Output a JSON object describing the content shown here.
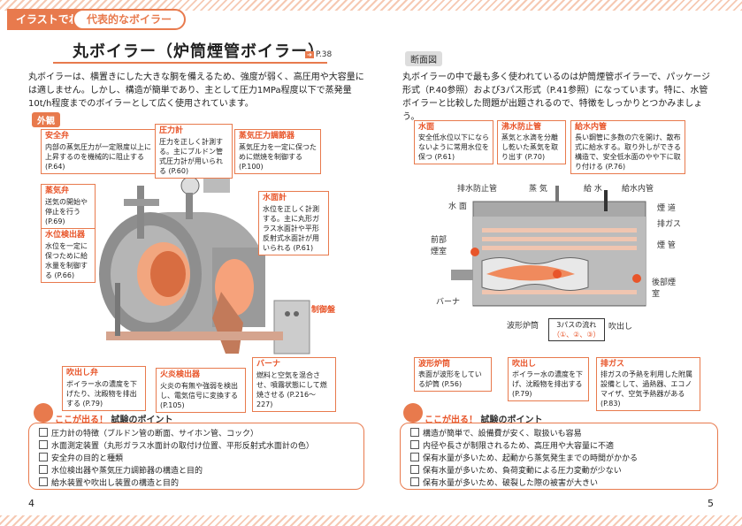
{
  "header": {
    "tag": "イラストでわかる",
    "sub": "代表的なボイラー"
  },
  "left": {
    "title": "丸ボイラー（炉筒煙管ボイラー）",
    "page_ref": "P.38",
    "intro": "丸ボイラーは、横置きにした大きな胴を備えるため、強度が弱く、高圧用や大容量には適しません。しかし、構造が簡単であり、主として圧力1MPa程度以下で蒸発量10t/h程度までのボイラーとして広く使用されています。",
    "section": "外観",
    "callouts": {
      "safety_valve": {
        "title": "安全弁",
        "body": "内部の蒸気圧力が一定限度以上に上昇するのを機械的に阻止する (P.64)"
      },
      "pressure_gauge": {
        "title": "圧力計",
        "body": "圧力を正しく計測する。主にブルドン管式圧力計が用いられる (P.60)"
      },
      "steam_pressure_regulator": {
        "title": "蒸気圧力調節器",
        "body": "蒸気圧力を一定に保つために燃焼を制御する (P.100)"
      },
      "steam_valve": {
        "title": "蒸気弁",
        "body": "送気の開始や停止を行う (P.69)"
      },
      "water_gauge": {
        "title": "水面計",
        "body": "水位を正しく計測する。主に丸形ガラス水面計や平形反射式水面計が用いられる (P.61)"
      },
      "water_level_detector": {
        "title": "水位検出器",
        "body": "水位を一定に保つために給水量を制御する (P.66)"
      },
      "control_panel": {
        "title": "制御盤"
      },
      "blowoff_valve": {
        "title": "吹出し弁",
        "body": "ボイラー水の濃度を下げたり、沈殿物を排出する (P.79)"
      },
      "flame_detector": {
        "title": "火炎検出器",
        "body": "火炎の有無や強弱を検出し、電気信号に変換する (P.105)"
      },
      "burner": {
        "title": "バーナ",
        "body": "燃料と空気を混合させ、噴霧状態にして燃焼させる (P.216～227)"
      }
    },
    "points_head_red": "ここが出る！",
    "points_head": "試験のポイント",
    "points": [
      "圧力計の特徴（ブルドン管の断面、サイホン管、コック）",
      "水面測定装置（丸形ガラス水面計の取付け位置、平形反射式水面計の色）",
      "安全弁の目的と種類",
      "水位検出器や蒸気圧力調節器の構造と目的",
      "給水装置や吹出し装置の構造と目的"
    ],
    "page_number": "4"
  },
  "right": {
    "section": "断面図",
    "intro": "丸ボイラーの中で最も多く使われているのは炉筒煙管ボイラーで、パッケージ形式（P.40参照）および3パス形式（P.41参照）になっています。特に、水管ボイラーと比較した問題が出題されるので、特徴をしっかりとつかみましょう。",
    "callouts": {
      "water_surface": {
        "title": "水面",
        "body": "安全低水位以下にならないように常用水位を保つ (P.61)"
      },
      "antiprime": {
        "title": "沸水防止管",
        "body": "蒸気と水滴を分離し乾いた蒸気を取り出す (P.70)"
      },
      "feed_pipe": {
        "title": "給水内管",
        "body": "長い鋼管に多数の穴を開け、散布式に給水する。取り外しができる構造で、安全低水面のやや下に取り付ける (P.76)"
      },
      "corrugated_furnace": {
        "title": "波形炉筒",
        "body": "表面が波形をしている炉筒 (P.56)"
      },
      "blowoff": {
        "title": "吹出し",
        "body": "ボイラー水の濃度を下げ、沈殿物を排出する (P.79)"
      },
      "exhaust_gas": {
        "title": "排ガス",
        "body": "排ガスの予熱を利用した附属設備として、過熱器、エコノマイザ、空気予熱器がある (P.83)"
      }
    },
    "labels": {
      "antiprime_pipe": "排水防止管",
      "steam": "蒸 気",
      "feed_water": "給 水",
      "feed_inner_pipe": "給水内管",
      "water_surface": "水 面",
      "shell": "煙 道",
      "exhaust": "排ガス",
      "smoke_tube": "煙 管",
      "front_smokebox": "前部煙室",
      "rear_smokebox": "後部煙室",
      "burner": "バーナ",
      "furnace": "波形炉筒",
      "blowoff": "吹出し",
      "pass_flow": "3パスの流れ",
      "pass_nums": "（①、②、③）"
    },
    "points_head_red": "ここが出る！",
    "points_head": "試験のポイント",
    "points": [
      "構造が簡単で、設備費が安く、取扱いも容易",
      "内径や長さが制限されるため、高圧用や大容量に不適",
      "保有水量が多いため、起動から蒸気発生までの時間がかかる",
      "保有水量が多いため、負荷変動による圧力変動が少ない",
      "保有水量が多いため、破裂した際の被害が大きい"
    ],
    "page_number": "5"
  },
  "colors": {
    "accent": "#e87a4d",
    "accent_red": "#e8552a"
  }
}
